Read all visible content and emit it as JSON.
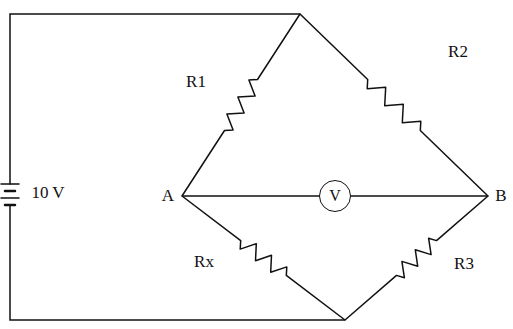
{
  "diagram": {
    "nodes": [
      {
        "text": [
          "V"
        ]
      }
    ],
    "labels": [
      "R1",
      "R2",
      "10 V",
      "A",
      "B",
      "Rx",
      "R3"
    ]
  }
}
